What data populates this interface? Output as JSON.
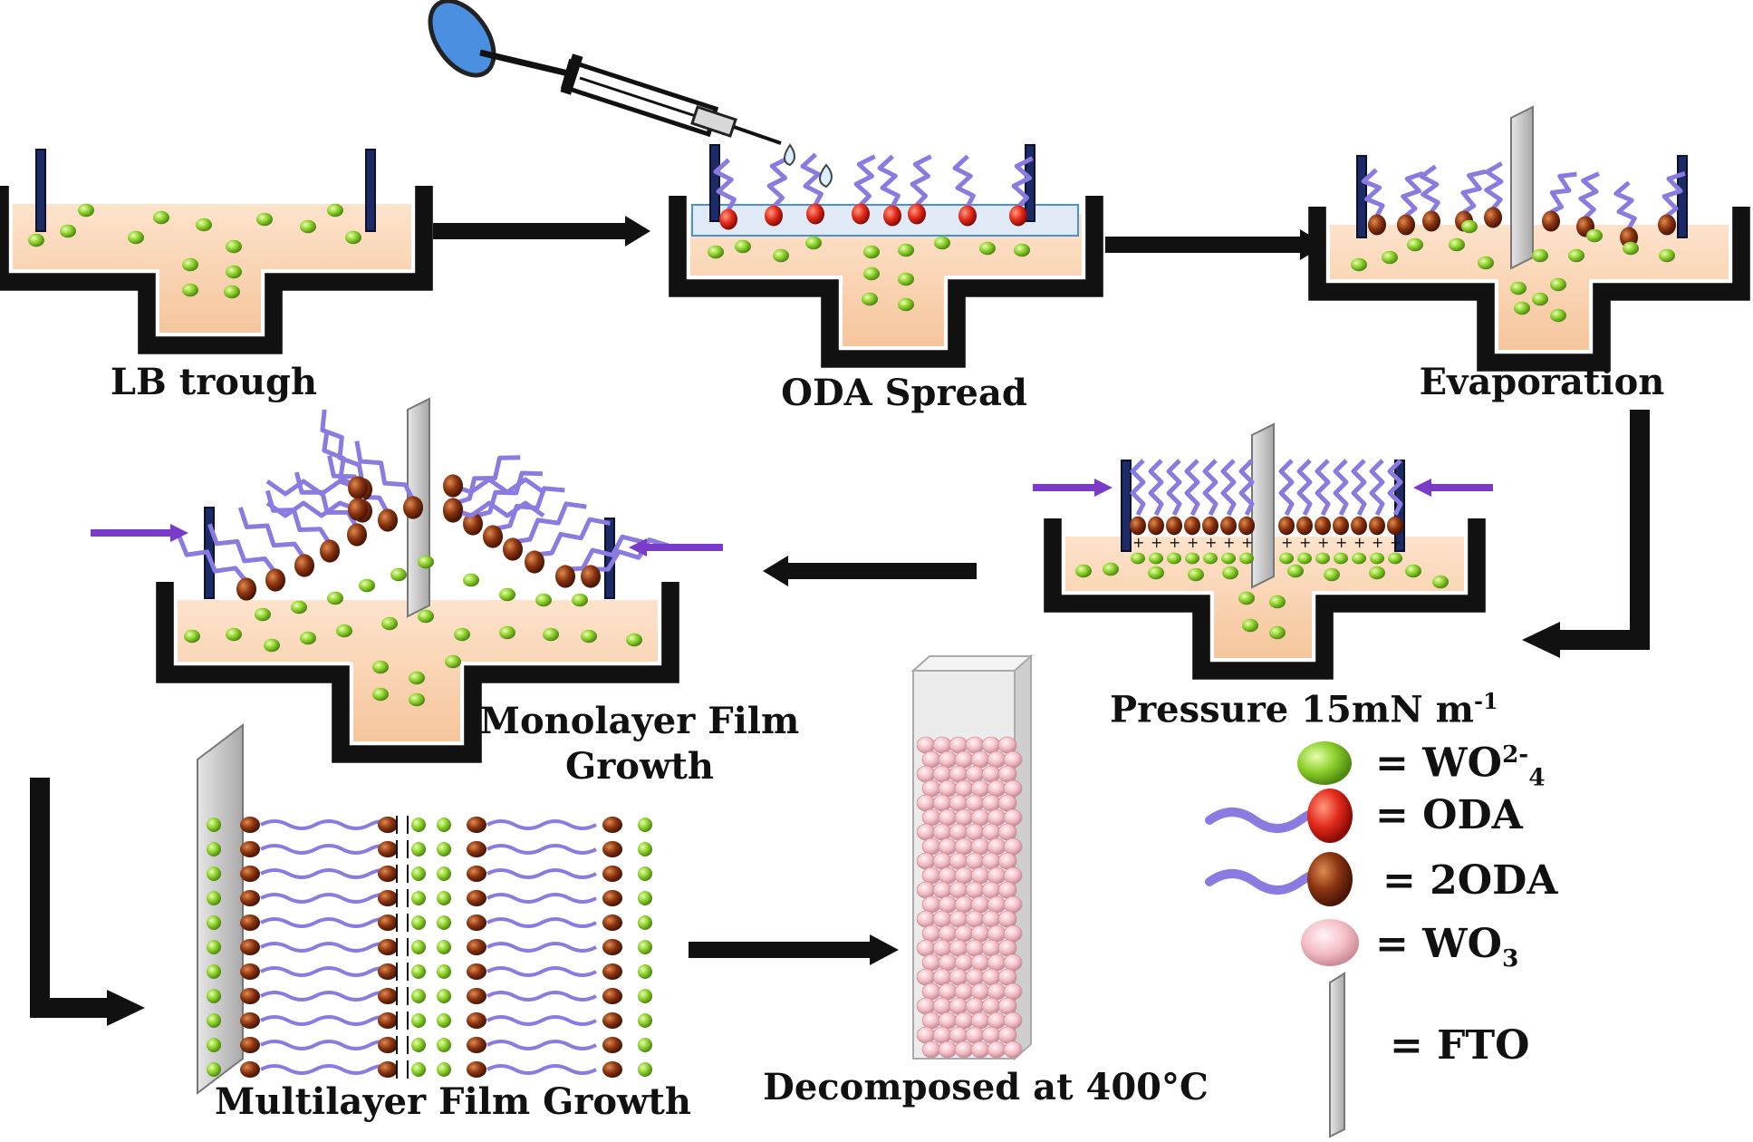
{
  "steps": {
    "lb_trough": "LB trough",
    "oda_spread": "ODA Spread",
    "evaporation": "Evaporation",
    "pressure": "Pressure 15mN m",
    "pressure_sup": "-1",
    "monolayer_line1": "Monolayer Film",
    "monolayer_line2": "Growth",
    "multilayer": "Multilayer Film Growth",
    "decomposed": "Decomposed at 400°C"
  },
  "legend": {
    "wo4": {
      "prefix": "= WO",
      "sup": "2-",
      "sub": "4"
    },
    "oda": "= ODA",
    "oda2": "= 2ODA",
    "wo3": {
      "prefix": "= WO",
      "sub": "3"
    },
    "fto": "= FTO"
  },
  "colors": {
    "subphase": "#f9d2b0",
    "trough_wall": "#111111",
    "barrier": "#1c2a66",
    "wo4_sphere": "#8ccf2a",
    "oda_head": "#e22a1a",
    "oda2_head": "#8a3410",
    "tail": "#8a7be0",
    "wo3_sphere": "#f2bcc4",
    "fto_plate": "#c8c8c8",
    "arrow": "#111111",
    "compress_arrow": "#7a3cc8",
    "syringe_plunger": "#4a8fe0"
  }
}
